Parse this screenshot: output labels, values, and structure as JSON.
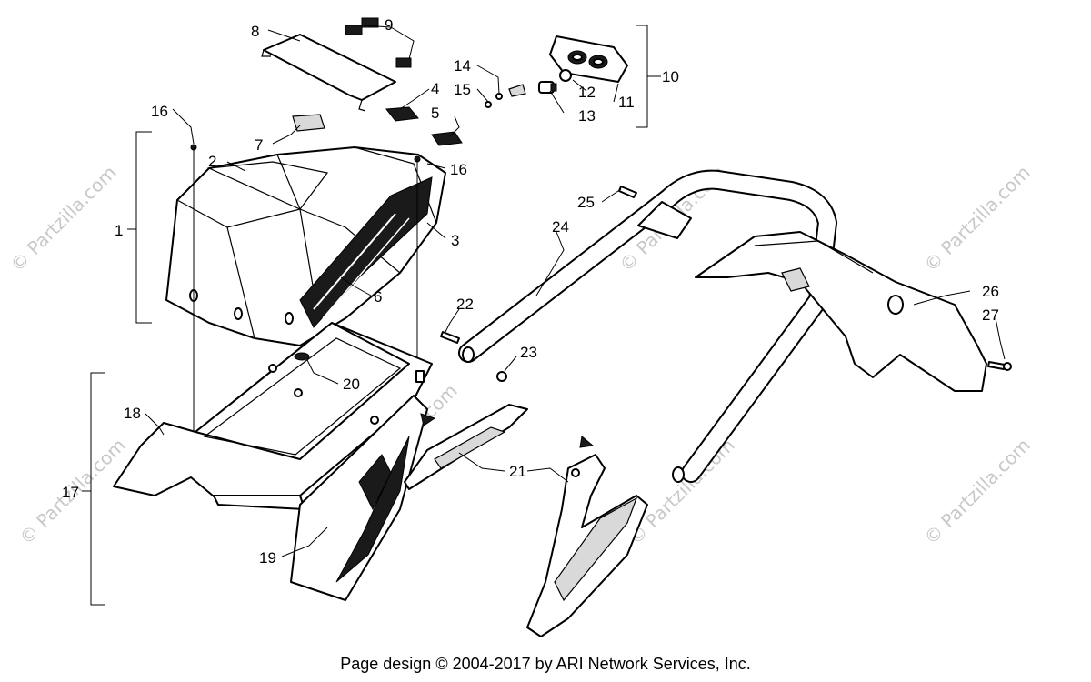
{
  "callouts": [
    "1",
    "2",
    "3",
    "4",
    "5",
    "6",
    "7",
    "8",
    "9",
    "10",
    "11",
    "12",
    "13",
    "14",
    "15",
    "16",
    "16",
    "17",
    "18",
    "19",
    "20",
    "21",
    "22",
    "23",
    "24",
    "25",
    "26",
    "27"
  ],
  "watermark": "© Partzilla.com",
  "footer": "Page design © 2004-2017 by ARI Network Services, Inc."
}
